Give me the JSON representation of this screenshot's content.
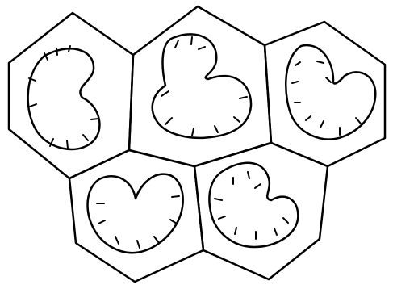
{
  "diagram": {
    "colors": {
      "background": "#ffffff",
      "line": "#000000"
    },
    "cells": [
      {
        "name": "cell-top-left"
      },
      {
        "name": "cell-top-center"
      },
      {
        "name": "cell-top-right"
      },
      {
        "name": "cell-bottom-left"
      },
      {
        "name": "cell-bottom-right"
      }
    ]
  }
}
